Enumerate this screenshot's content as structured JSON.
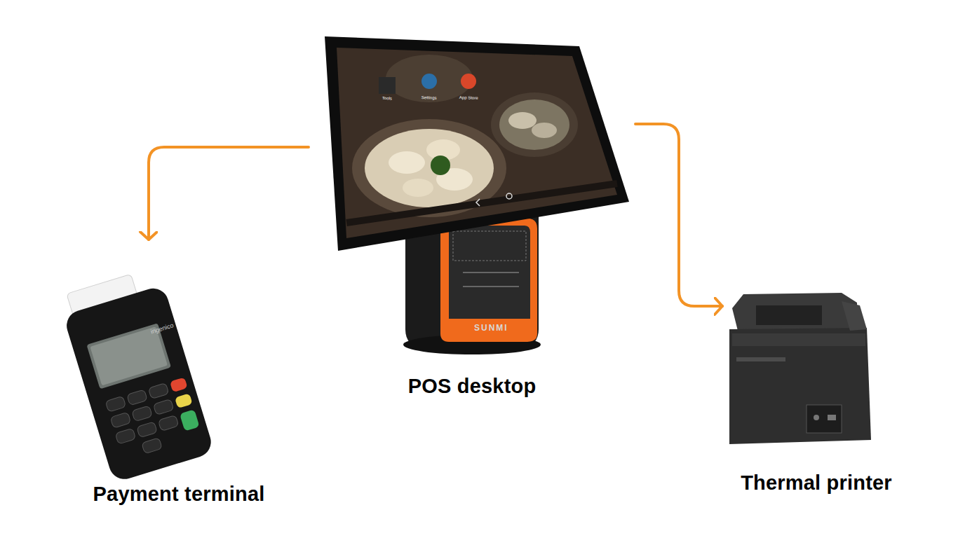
{
  "diagram": {
    "nodes": [
      {
        "text": [
          "POS desktop"
        ]
      },
      {
        "text": [
          "Payment terminal"
        ]
      },
      {
        "text": [
          "Thermal printer"
        ]
      }
    ],
    "edges": [
      {
        "from": 0,
        "to": 1,
        "arrow": "to"
      },
      {
        "from": 0,
        "to": 2,
        "arrow": "to"
      }
    ],
    "labels": [
      "Tools",
      "Settings",
      "App Store",
      "SUNMI",
      "ingenico"
    ]
  }
}
